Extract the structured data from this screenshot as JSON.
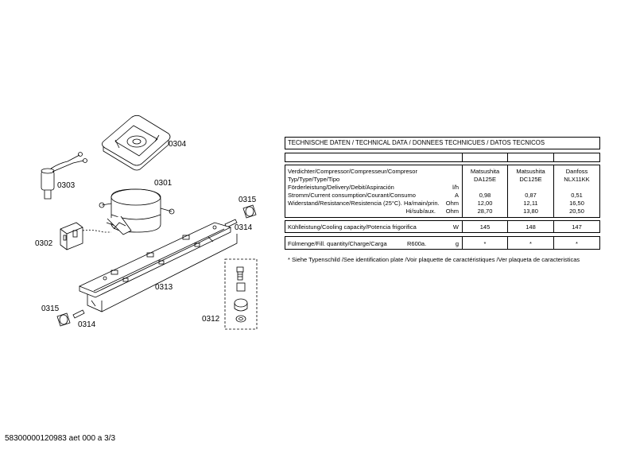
{
  "part_labels": {
    "p0304": "0304",
    "p0303": "0303",
    "p0301": "0301",
    "p0315a": "0315",
    "p0314a": "0314",
    "p0302": "0302",
    "p0313": "0313",
    "p0315b": "0315",
    "p0314b": "0314",
    "p0312": "0312"
  },
  "table": {
    "title": "TECHNISCHE DATEN / TECHNICAL DATA / DONNEES TECHNICUES / DATOS TECNICOS",
    "rows": {
      "compressor": "Verdichter/Compressor/Compresseur/Compresor",
      "type": "Typ/Type/Type/Tipo",
      "delivery": "Förderleistung/Delivery/Debit/Aspiración",
      "delivery_unit": "l/h",
      "current": "Stromm/Current consumption/Courant/Consumo",
      "current_unit": "A",
      "resistance": "Widerstand/Resistance/Resistencia (25°C). Ha/main/prin.",
      "resistance_unit": "Ohm",
      "resistance_sub": "Hi/sub/aux.",
      "resistance_sub_unit": "Ohm",
      "cooling": "Kühlleistung/Cooling capacity/Potencia frigorifica",
      "cooling_unit": "W",
      "filling": "Fülmenge/Fill. quantity/Charge/Carga",
      "filling_refrigerant": "R600a.",
      "filling_unit": "g"
    },
    "columns": [
      {
        "make": "Matsushita",
        "type": "DA125E",
        "current": "0,98",
        "res_main": "12,00",
        "res_sub": "28,70",
        "cooling": "145",
        "filling": "*"
      },
      {
        "make": "Matsushita",
        "type": "DC125E",
        "current": "0,87",
        "res_main": "12,11",
        "res_sub": "13,80",
        "cooling": "148",
        "filling": "*"
      },
      {
        "make": "Danfoss",
        "type": "NLX11KK",
        "current": "0,51",
        "res_main": "16,50",
        "res_sub": "20,50",
        "cooling": "147",
        "filling": "*"
      }
    ],
    "note": "* Siehe Typenschild /See identification plate /Voir plaquette de caractéristiques /Ver plaqueta de caracteristicas"
  },
  "footer": "58300000120983 aet 000 a 3/3"
}
